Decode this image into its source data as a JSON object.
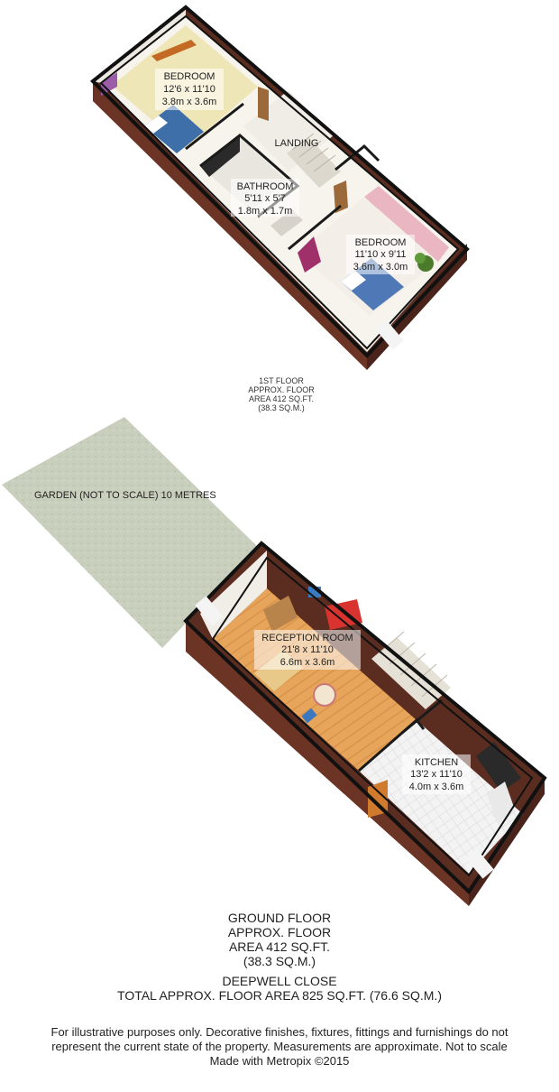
{
  "first_floor": {
    "rooms": [
      {
        "name": "BEDROOM",
        "imperial": "12'6 x 11'10",
        "metric": "3.8m x 3.6m"
      },
      {
        "name": "LANDING",
        "imperial": "",
        "metric": ""
      },
      {
        "name": "BATHROOM",
        "imperial": "5'11 x 5'7",
        "metric": "1.8m x 1.7m"
      },
      {
        "name": "BEDROOM",
        "imperial": "11'10 x 9'11",
        "metric": "3.6m x 3.0m"
      }
    ],
    "caption": {
      "line1": "1ST FLOOR",
      "line2": "APPROX. FLOOR",
      "line3": "AREA 412 SQ.FT.",
      "line4": "(38.3 SQ.M.)"
    }
  },
  "garden_label": "GARDEN (NOT TO SCALE) 10 METRES",
  "ground_floor": {
    "rooms": [
      {
        "name": "RECEPTION ROOM",
        "imperial": "21'8 x 11'10",
        "metric": "6.6m x 3.6m"
      },
      {
        "name": "KITCHEN",
        "imperial": "13'2 x 11'10",
        "metric": "4.0m x 3.6m"
      }
    ],
    "caption": {
      "line1": "GROUND FLOOR",
      "line2": "APPROX. FLOOR",
      "line3": "AREA 412 SQ.FT.",
      "line4": "(38.3 SQ.M.)"
    }
  },
  "property": {
    "name": "DEEPWELL CLOSE",
    "total": "TOTAL APPROX. FLOOR AREA 825 SQ.FT. (76.6 SQ.M.)"
  },
  "disclaimer": {
    "line1": "For illustrative purposes only.  Decorative finishes, fixtures, fittings and furnishings do not",
    "line2": "represent the current state of the property.  Measurements are approximate.  Not to scale",
    "line3": "Made with Metropix ©2015"
  }
}
